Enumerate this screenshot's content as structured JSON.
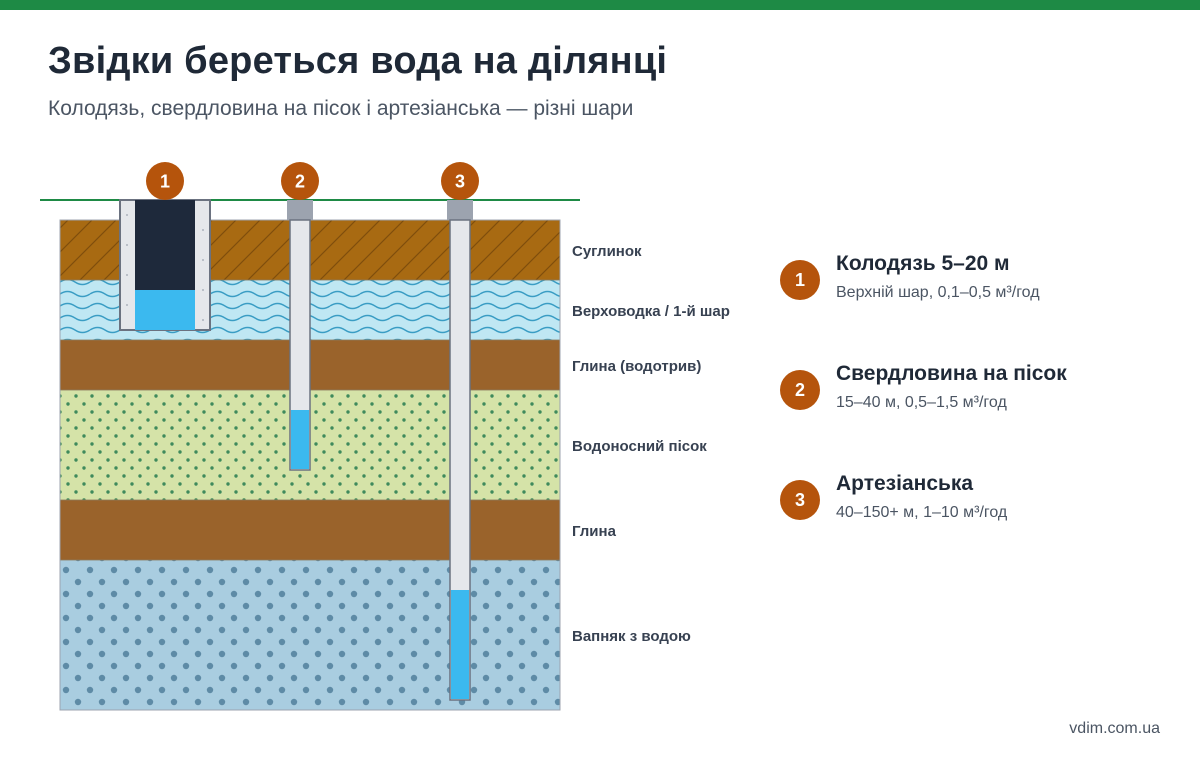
{
  "header": {
    "title": "Звідки береться вода на ділянці",
    "subtitle": "Колодязь, свердловина на пісок і артезіанська — різні шари"
  },
  "colors": {
    "accent_green": "#1e8a45",
    "badge": "#b5540c",
    "loam": "#a86a12",
    "clay": "#9a632b",
    "sand": "#d5e3a8",
    "limestone": "#a9cde0",
    "perched_water": "#bfe7f3",
    "water": "#3bb9ef"
  },
  "layers": [
    {
      "label": "Суглинок",
      "pattern": "hatch"
    },
    {
      "label": "Верховодка / 1-й шар",
      "pattern": "waves"
    },
    {
      "label": "Глина (водотрив)",
      "pattern": "solid"
    },
    {
      "label": "Водоносний пісок",
      "pattern": "dots"
    },
    {
      "label": "Глина",
      "pattern": "solid"
    },
    {
      "label": "Вапняк з водою",
      "pattern": "circles"
    }
  ],
  "sources": [
    {
      "num": "1",
      "title": "Колодязь 5–20 м",
      "desc": "Верхній шар, 0,1–0,5 м³/год"
    },
    {
      "num": "2",
      "title": "Свердловина на пісок",
      "desc": "15–40 м, 0,5–1,5 м³/год"
    },
    {
      "num": "3",
      "title": "Артезіанська",
      "desc": "40–150+ м, 1–10 м³/год"
    }
  ],
  "footer": {
    "site": "vdim.com.ua"
  }
}
